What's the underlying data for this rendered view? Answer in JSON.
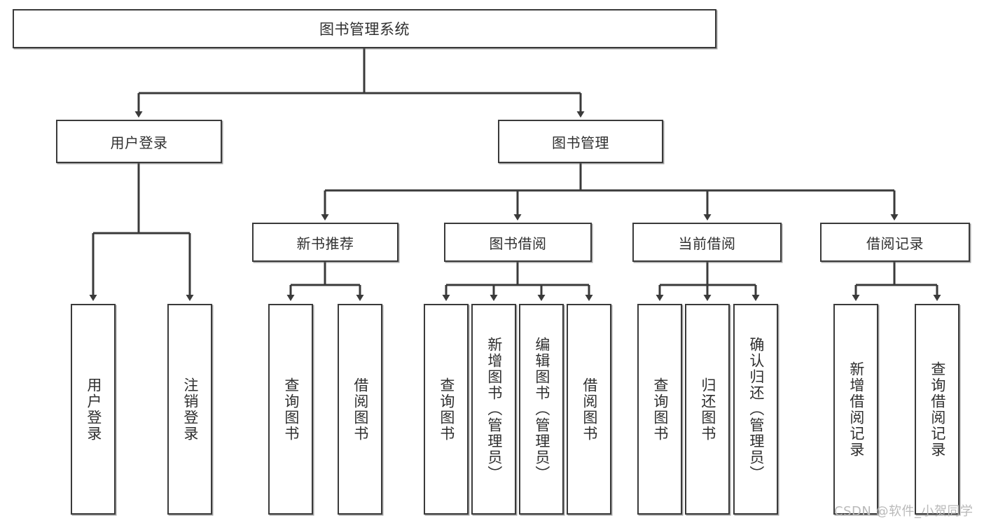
{
  "diagram": {
    "type": "tree-hierarchy",
    "title": "图书管理系统",
    "root": {
      "id": "root",
      "label": "图书管理系统"
    },
    "level1": [
      {
        "id": "user-login",
        "label": "用户登录"
      },
      {
        "id": "book-manage",
        "label": "图书管理"
      }
    ],
    "level2": [
      {
        "id": "new-book-recommend",
        "label": "新书推荐",
        "parent": "book-manage"
      },
      {
        "id": "book-borrow",
        "label": "图书借阅",
        "parent": "book-manage"
      },
      {
        "id": "current-borrow",
        "label": "当前借阅",
        "parent": "book-manage"
      },
      {
        "id": "borrow-record",
        "label": "借阅记录",
        "parent": "book-manage"
      }
    ],
    "leaves": [
      {
        "id": "leaf-user-login",
        "label": "用户登录",
        "parent": "user-login"
      },
      {
        "id": "leaf-logout-login",
        "label": "注销登录",
        "parent": "user-login"
      },
      {
        "id": "leaf-query-book-1",
        "label": "查询图书",
        "parent": "new-book-recommend"
      },
      {
        "id": "leaf-borrow-book-1",
        "label": "借阅图书",
        "parent": "new-book-recommend"
      },
      {
        "id": "leaf-query-book-2",
        "label": "查询图书",
        "parent": "book-borrow"
      },
      {
        "id": "leaf-add-book",
        "label": "新增图书（管理员）",
        "parent": "book-borrow"
      },
      {
        "id": "leaf-edit-book",
        "label": "编辑图书（管理员）",
        "parent": "book-borrow"
      },
      {
        "id": "leaf-borrow-book-2",
        "label": "借阅图书",
        "parent": "book-borrow"
      },
      {
        "id": "leaf-query-book-3",
        "label": "查询图书",
        "parent": "current-borrow"
      },
      {
        "id": "leaf-return-book",
        "label": "归还图书",
        "parent": "current-borrow"
      },
      {
        "id": "leaf-confirm-return",
        "label": "确认归还（管理员）",
        "parent": "current-borrow"
      },
      {
        "id": "leaf-add-record",
        "label": "新增借阅记录",
        "parent": "borrow-record"
      },
      {
        "id": "leaf-query-record",
        "label": "查询借阅记录",
        "parent": "borrow-record"
      }
    ]
  },
  "watermark": {
    "text": "CSDN @软件_小贺同学"
  },
  "colors": {
    "stroke": "#3a3a3a",
    "fill": "#ffffff",
    "text": "#2f2f2f",
    "watermark": "#b9b9b9"
  }
}
